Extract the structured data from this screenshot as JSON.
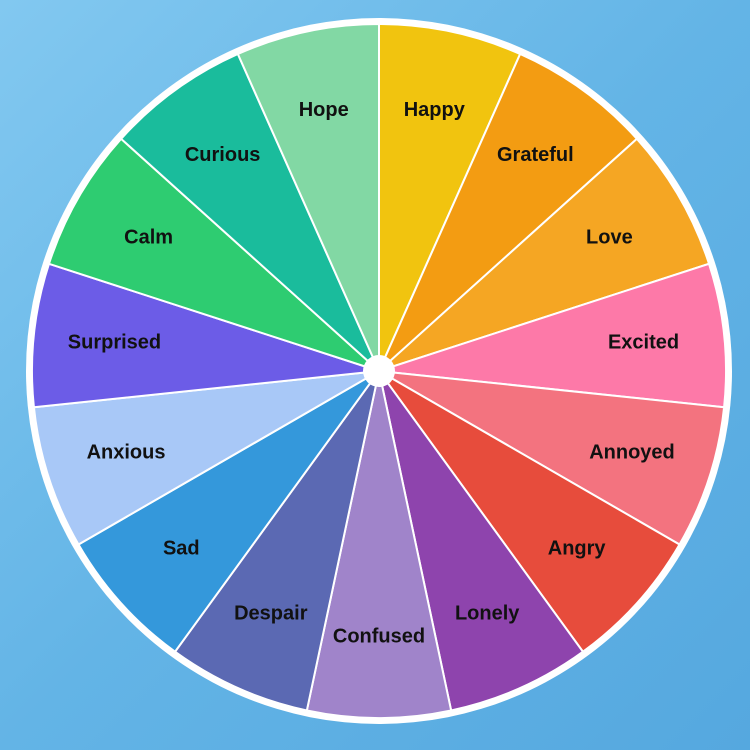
{
  "wheel": {
    "segments": [
      {
        "label": "Happy",
        "color": "#f1c40f"
      },
      {
        "label": "Grateful",
        "color": "#f39c12"
      },
      {
        "label": "Love",
        "color": "#f5a623"
      },
      {
        "label": "Excited",
        "color": "#fd79a8"
      },
      {
        "label": "Annoyed",
        "color": "#f3737f"
      },
      {
        "label": "Angry",
        "color": "#e74c3c"
      },
      {
        "label": "Lonely",
        "color": "#8e44ad"
      },
      {
        "label": "Confused",
        "color": "#a084ca"
      },
      {
        "label": "Despair",
        "color": "#5b69b3"
      },
      {
        "label": "Sad",
        "color": "#3498db"
      },
      {
        "label": "Anxious",
        "color": "#a8c8f7"
      },
      {
        "label": "Surprised",
        "color": "#6c5ce7"
      },
      {
        "label": "Calm",
        "color": "#2ecc71"
      },
      {
        "label": "Curious",
        "color": "#1abc9c"
      },
      {
        "label": "Hope",
        "color": "#82d8a4"
      }
    ]
  }
}
